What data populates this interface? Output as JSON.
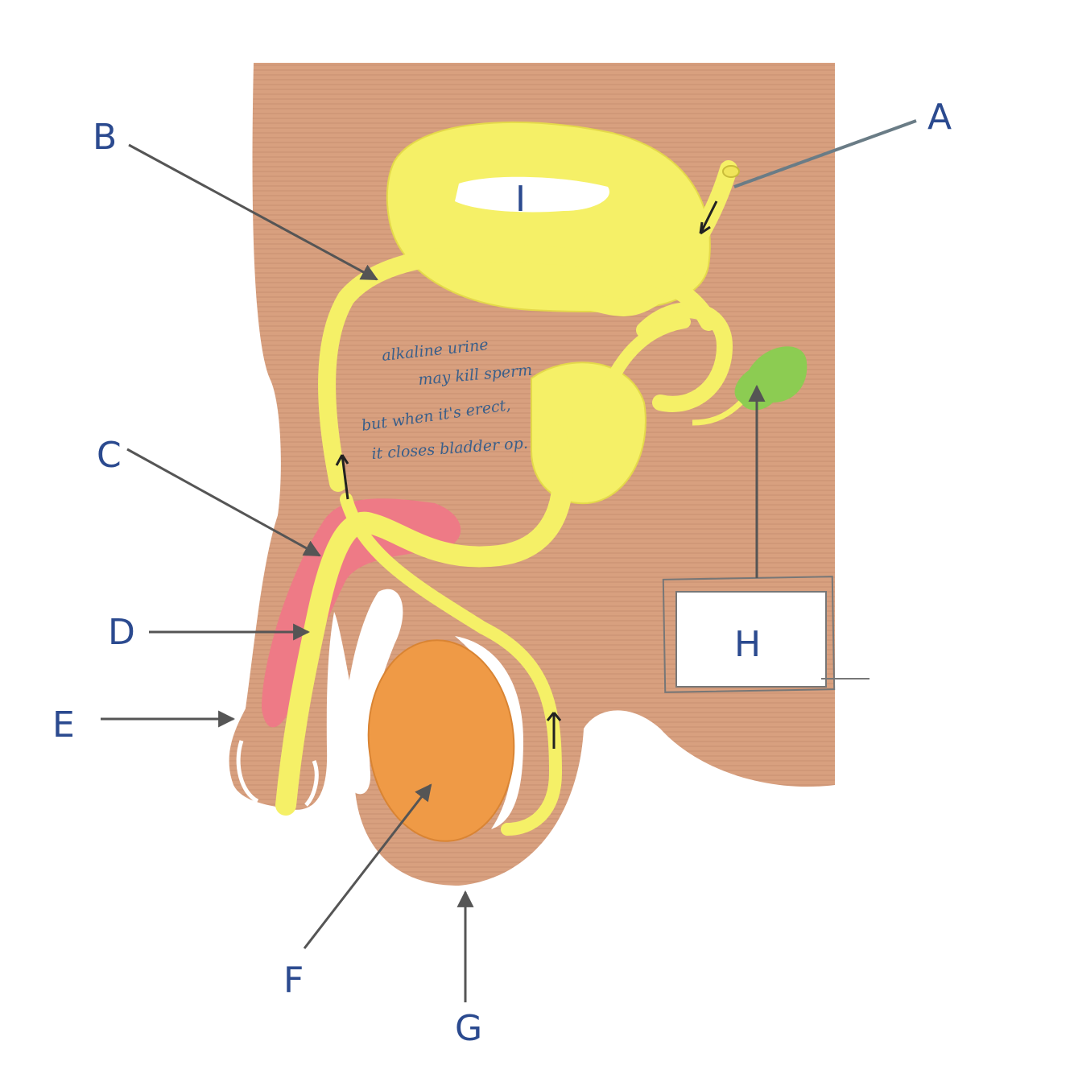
{
  "diagram": {
    "colors": {
      "background": "#ffffff",
      "body": "#d8a07f",
      "body_texture": "#c98f70",
      "duct": "#f5f067",
      "duct_edge": "#e4d94a",
      "erectile": "#ee7a86",
      "testis": "#ef9a46",
      "gland": "#8ccc52",
      "arrow": "#555555",
      "label": "#2b4a8f",
      "annotation": "#3a5f8a"
    },
    "labels": {
      "A": "A",
      "B": "B",
      "C": "C",
      "D": "D",
      "E": "E",
      "F": "F",
      "G": "G",
      "H": "H",
      "I": "I"
    },
    "annotations": {
      "line1": "alkaline urine",
      "line2": "may kill sperm",
      "line3": "but when it's erect,",
      "line4": "it closes bladder op."
    }
  }
}
